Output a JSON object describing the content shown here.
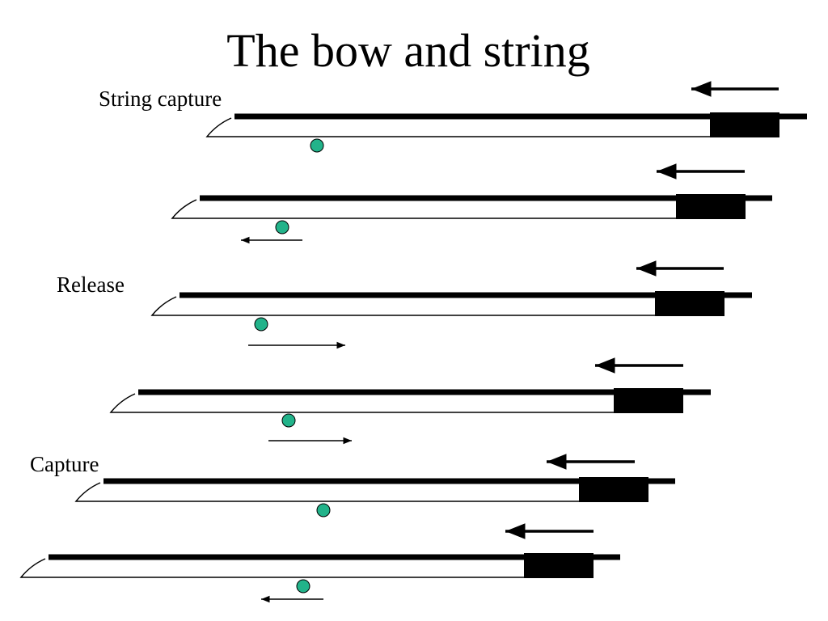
{
  "title": "The bow and string",
  "labels": [
    "String capture",
    "Release",
    "Capture"
  ],
  "colors": {
    "string_point": "#22b38a",
    "ink": "#000000"
  },
  "frames": [
    {
      "string_motion": "none"
    },
    {
      "string_motion": "left"
    },
    {
      "string_motion": "right"
    },
    {
      "string_motion": "right"
    },
    {
      "string_motion": "none"
    },
    {
      "string_motion": "left"
    }
  ]
}
